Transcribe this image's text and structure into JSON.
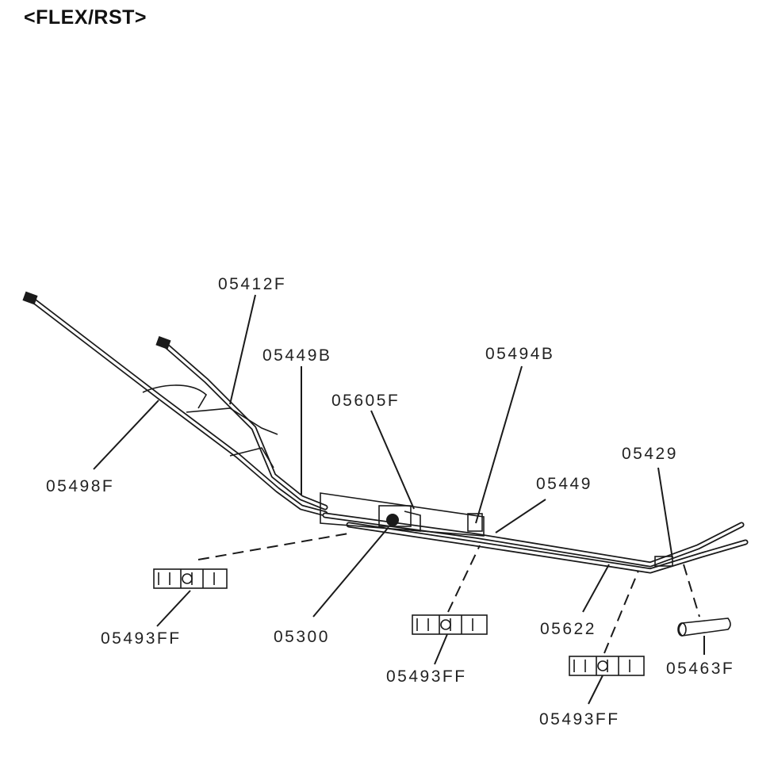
{
  "header": {
    "title": "<FLEX/RST>"
  },
  "callouts": {
    "p05412F": "05412F",
    "p05449B": "05449B",
    "p05494B": "05494B",
    "p05605F": "05605F",
    "p05429": "05429",
    "p05449": "05449",
    "p05498F": "05498F",
    "p05493FF_left": "05493FF",
    "p05300": "05300",
    "p05622": "05622",
    "p05493FF_mid": "05493FF",
    "p05463F": "05463F",
    "p05493FF_right": "05493FF"
  }
}
